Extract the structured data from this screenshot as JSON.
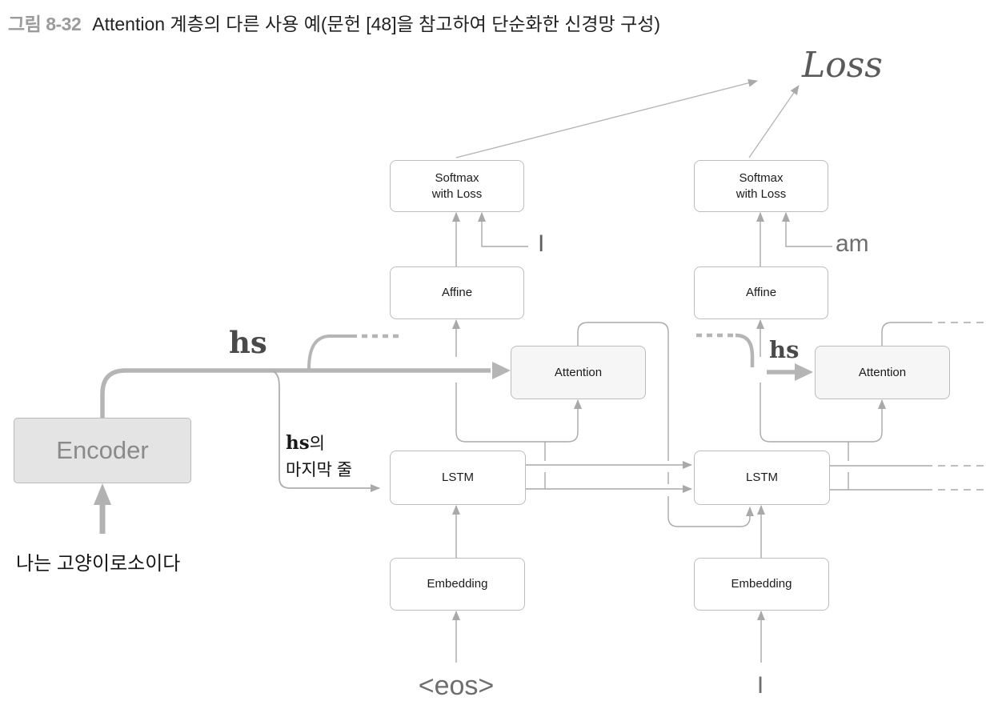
{
  "title": {
    "figure_label": "그림 8-32",
    "caption": "Attention 계층의 다른 사용 예(문헌 [48]을 참고하여 단순화한 신경망 구성)"
  },
  "loss_label": "Loss",
  "encoder": {
    "label": "Encoder",
    "source_sentence": "나는 고양이로소이다",
    "hs_label": "hs"
  },
  "hs_note": {
    "bold_part": "hs",
    "suffix": "의",
    "line2": "마지막 줄"
  },
  "steps": [
    {
      "input_word": "<eos>",
      "embedding_label": "Embedding",
      "lstm_label": "LSTM",
      "attention_label": "Attention",
      "affine_label": "Affine",
      "softmax_label": "Softmax\nwith Loss",
      "target_word": "I"
    },
    {
      "input_word": "I",
      "embedding_label": "Embedding",
      "lstm_label": "LSTM",
      "attention_label": "Attention",
      "affine_label": "Affine",
      "softmax_label": "Softmax\nwith Loss",
      "target_word": "am",
      "hs_label": "hs"
    }
  ],
  "colors": {
    "thin_line": "#a9a9a9",
    "thick_line": "#b5b5b5",
    "box_border": "#bdbdbd",
    "attention_fill": "#f6f6f6",
    "encoder_fill": "#e4e4e4"
  }
}
